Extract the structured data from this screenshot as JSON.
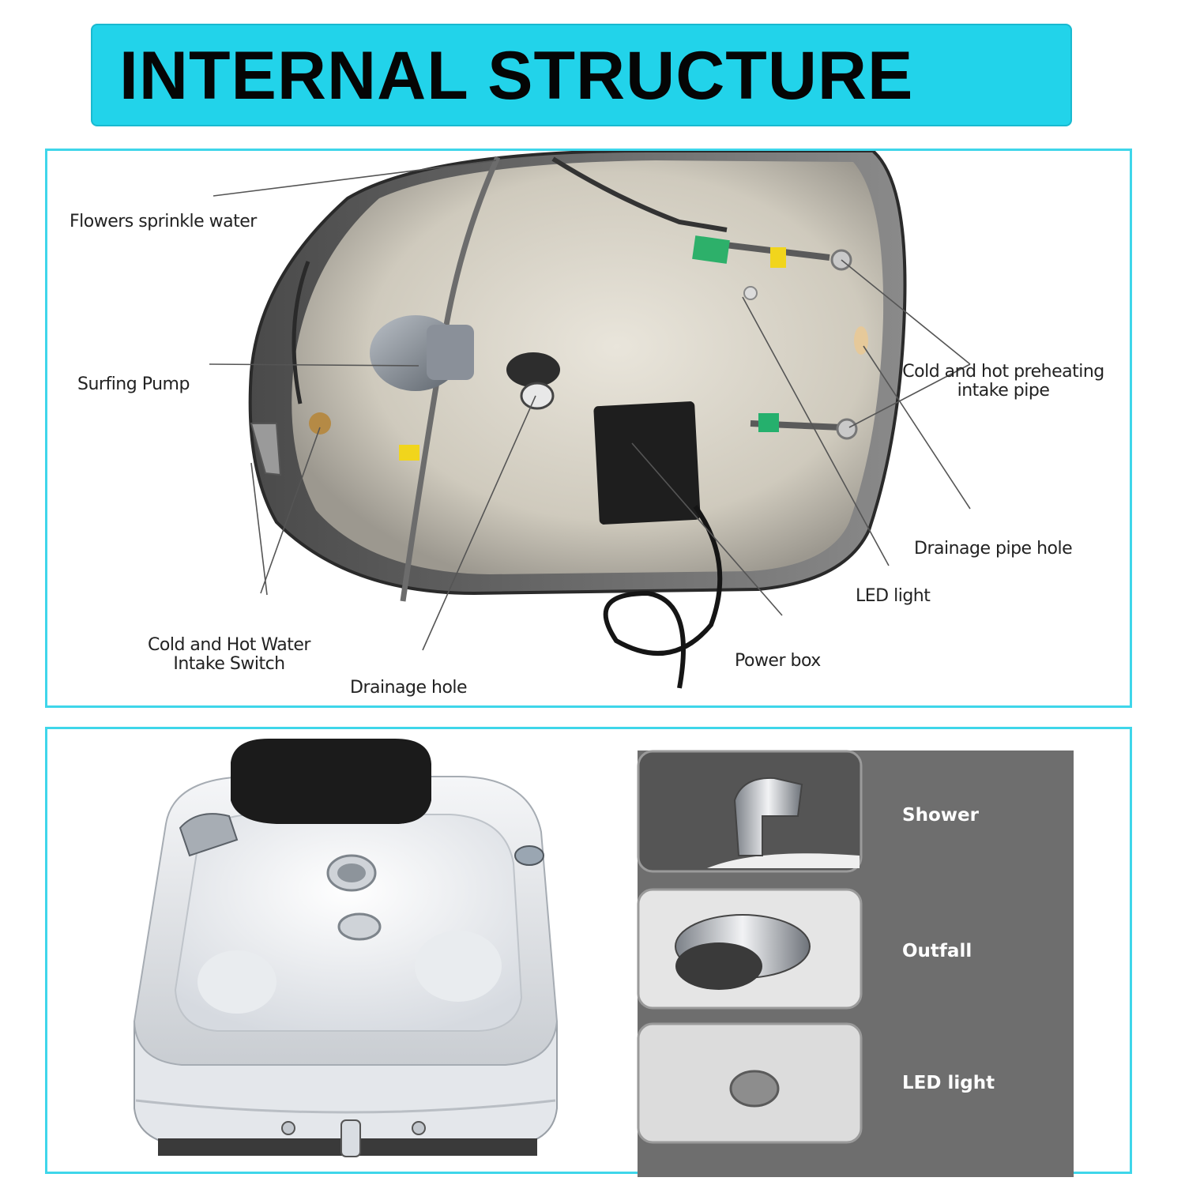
{
  "header": {
    "title": "INTERNAL STRUCTURE"
  },
  "diagram": {
    "labels": {
      "flowers_sprinkle_water": "Flowers sprinkle water",
      "surfing_pump": "Surfing Pump",
      "cold_hot_water_switch_line1": "Cold and Hot Water",
      "cold_hot_water_switch_line2": "Intake Switch",
      "drainage_hole": "Drainage hole",
      "power_box": "Power box",
      "led_light": "LED light",
      "drainage_pipe_hole": "Drainage pipe hole",
      "preheating_pipe_line1": "Cold and hot preheating",
      "preheating_pipe_line2": "intake pipe"
    }
  },
  "features": {
    "items": [
      {
        "label": "Shower",
        "icon": "shower-head-photo"
      },
      {
        "label": "Outfall",
        "icon": "drain-plug-photo"
      },
      {
        "label": "LED light",
        "icon": "led-light-photo"
      }
    ]
  },
  "colors": {
    "accent": "#22d3ea",
    "panel_border": "#3fd6ea",
    "feature_bg": "#6e6e6e"
  }
}
